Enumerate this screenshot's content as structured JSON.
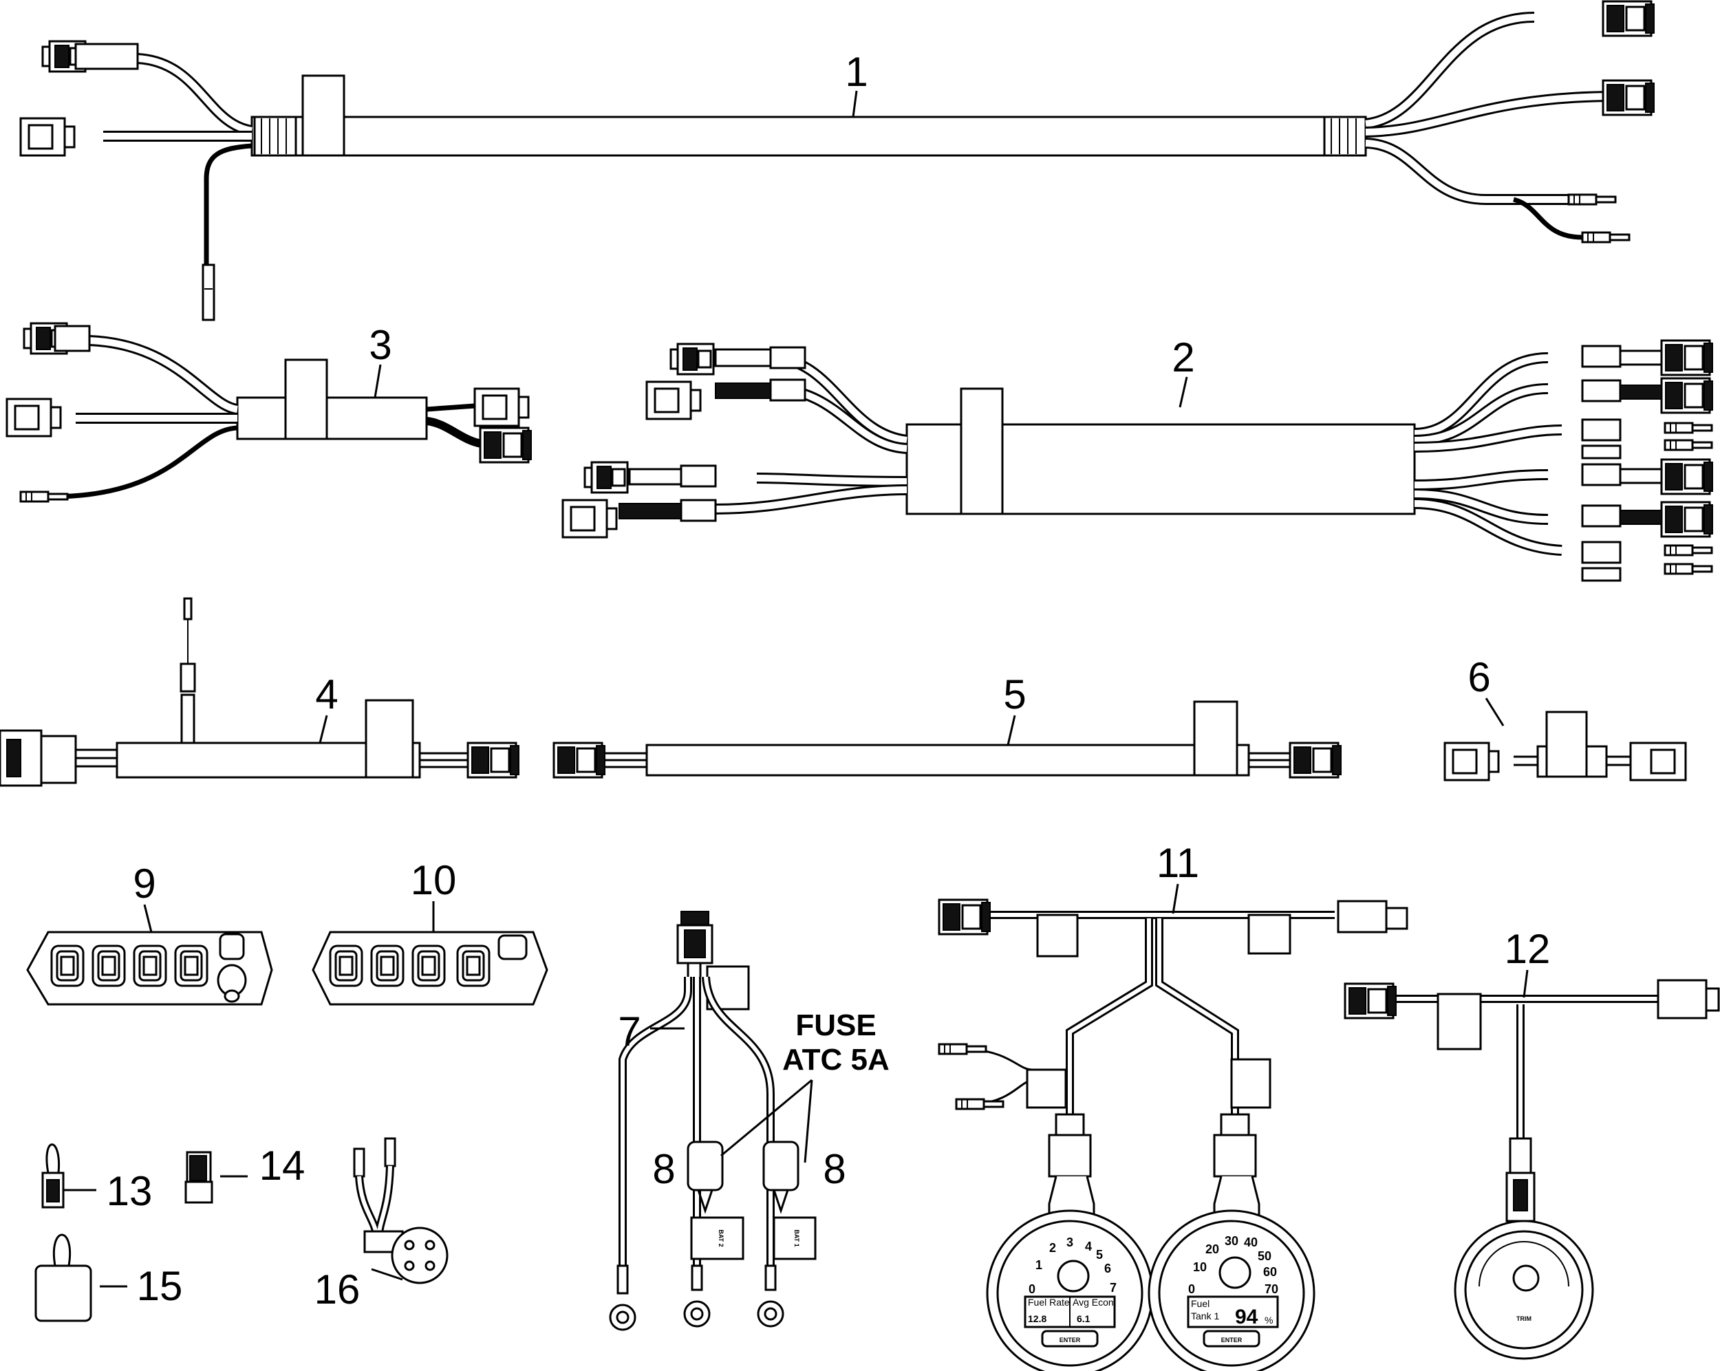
{
  "callouts": {
    "c1": "1",
    "c2": "2",
    "c3": "3",
    "c4": "4",
    "c5": "5",
    "c6": "6",
    "c7": "7",
    "c8a": "8",
    "c8b": "8",
    "c9": "9",
    "c10": "10",
    "c11": "11",
    "c12": "12",
    "c13": "13",
    "c14": "14",
    "c15": "15",
    "c16": "16"
  },
  "fuse_note": {
    "line1": "FUSE",
    "line2": "ATC 5A"
  },
  "fuse_tags": {
    "tag1": "BAT 2",
    "tag2": "BAT 1"
  },
  "gauges": {
    "tach_scale": [
      "0",
      "1",
      "2",
      "3",
      "4",
      "5",
      "6",
      "7"
    ],
    "tach_lcd_left_label": "Fuel Rate",
    "tach_lcd_left_value": "12.8",
    "tach_lcd_right_label": "Avg Econ",
    "tach_lcd_right_value": "6.1",
    "speedo_scale": [
      "0",
      "10",
      "20",
      "30",
      "40",
      "50",
      "60",
      "70"
    ],
    "speedo_lcd_label1": "Fuel",
    "speedo_lcd_label2": "Tank 1",
    "speedo_lcd_value": "94",
    "speedo_lcd_unit": "%",
    "trim_label": "TRIM",
    "button_label": "ENTER"
  }
}
